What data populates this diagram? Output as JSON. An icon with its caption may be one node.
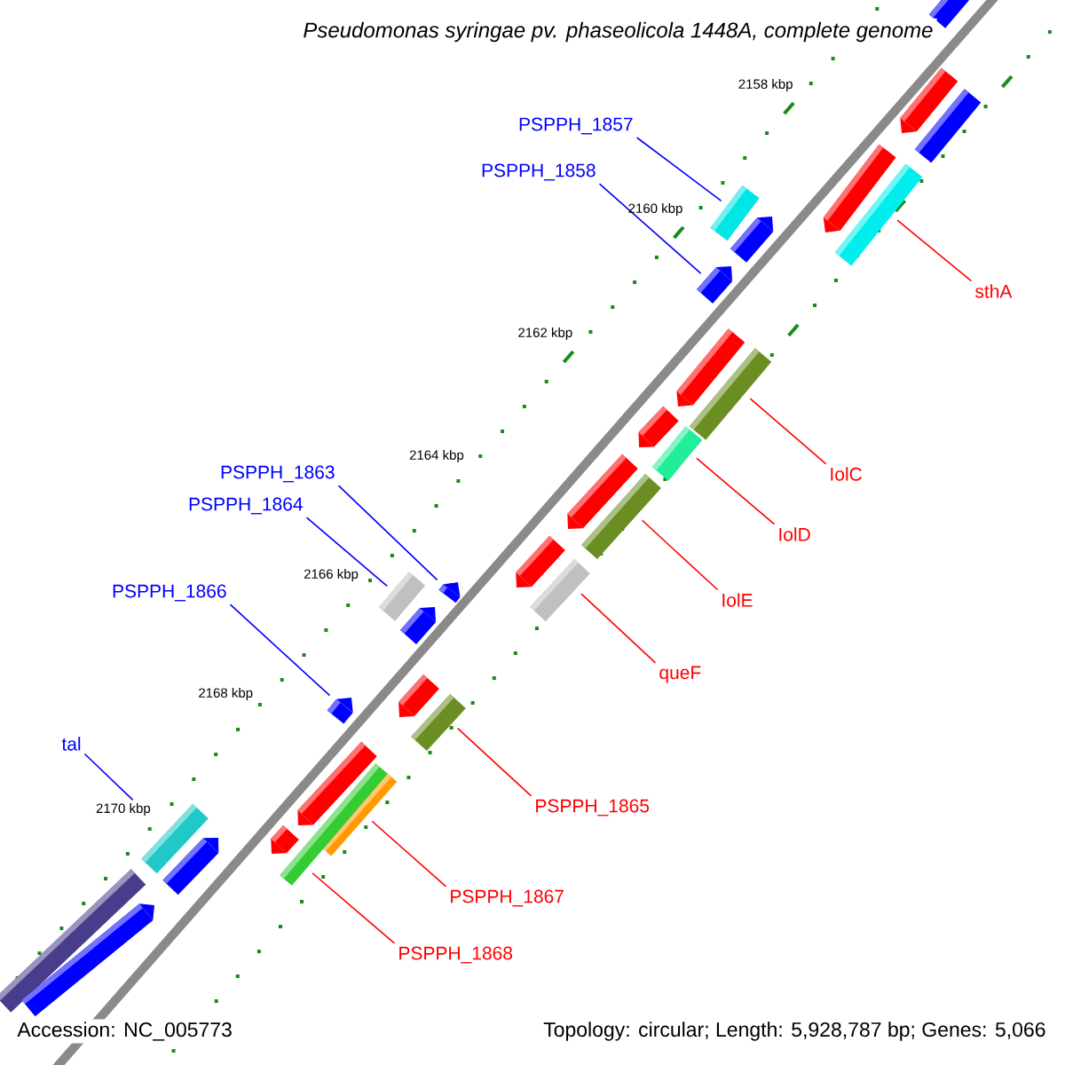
{
  "diagram": {
    "title": "Pseudomonas syringae pv. phaseolicola 1448A, complete genome",
    "nodes": [
      {
        "text": [
          "PSPPH_1857"
        ]
      },
      {
        "text": [],
        "shape": "bar"
      },
      {
        "text": [
          "PSPPH_1858"
        ]
      },
      {
        "text": [],
        "shape": "bar"
      },
      {
        "text": [
          "sthA"
        ]
      },
      {
        "text": [],
        "shape": "bar"
      },
      {
        "text": [
          "IolC"
        ]
      },
      {
        "text": [],
        "shape": "bar"
      },
      {
        "text": [
          "IolD"
        ]
      },
      {
        "text": [],
        "shape": "bar"
      },
      {
        "text": [
          "PSPPH_1863"
        ]
      },
      {
        "text": [],
        "shape": "bar"
      },
      {
        "text": [
          "PSPPH_1864"
        ]
      },
      {
        "text": [],
        "shape": "bar"
      },
      {
        "text": [
          "PSPPH_1866"
        ]
      },
      {
        "text": [],
        "shape": "bar"
      },
      {
        "text": [
          "IolE"
        ]
      },
      {
        "text": [],
        "shape": "bar"
      },
      {
        "text": [
          "queF"
        ]
      },
      {
        "text": [],
        "shape": "bar"
      },
      {
        "text": [
          "tal"
        ]
      },
      {
        "text": [],
        "shape": "bar"
      },
      {
        "text": [
          "PSPPH_1865"
        ]
      },
      {
        "text": [],
        "shape": "bar"
      },
      {
        "text": [
          "PSPPH_1867"
        ]
      },
      {
        "text": [],
        "shape": "bar"
      },
      {
        "text": [
          "PSPPH_1868"
        ]
      },
      {
        "text": [],
        "shape": "bar"
      },
      {
        "text": [],
        "shape": "bar"
      },
      {
        "text": [],
        "shape": "bar"
      },
      {
        "text": [],
        "shape": "bar"
      },
      {
        "text": [],
        "shape": "bar"
      },
      {
        "text": [],
        "shape": "bar"
      },
      {
        "text": [],
        "shape": "bar"
      },
      {
        "text": [],
        "shape": "bar"
      },
      {
        "text": [],
        "shape": "bar"
      },
      {
        "text": [],
        "shape": "bar"
      },
      {
        "text": [],
        "shape": "bar"
      },
      {
        "text": [],
        "shape": "bar"
      },
      {
        "text": [],
        "shape": "bar"
      },
      {
        "text": [],
        "shape": "bar"
      },
      {
        "text": [],
        "shape": "bar"
      },
      {
        "text": [],
        "shape": "bar"
      },
      {
        "text": [],
        "shape": "bar"
      }
    ],
    "edges": [
      {
        "from": 0,
        "to": 1,
        "arrow": "none",
        "color": "#0000ff"
      },
      {
        "from": 2,
        "to": 3,
        "arrow": "none",
        "color": "#0000ff"
      },
      {
        "from": 4,
        "to": 5,
        "arrow": "none"
      },
      {
        "from": 6,
        "to": 7,
        "arrow": "none"
      },
      {
        "from": 8,
        "to": 9,
        "arrow": "none"
      },
      {
        "from": 10,
        "to": 11,
        "arrow": "none",
        "color": "#0000ff"
      },
      {
        "from": 12,
        "to": 13,
        "arrow": "none",
        "color": "#0000ff"
      },
      {
        "from": 14,
        "to": 15,
        "arrow": "none",
        "color": "#0000ff"
      },
      {
        "from": 16,
        "to": 17,
        "arrow": "none"
      },
      {
        "from": 18,
        "to": 19,
        "arrow": "none"
      },
      {
        "from": 20,
        "to": 21,
        "arrow": "none",
        "color": "#0000ff"
      },
      {
        "from": 22,
        "to": 23,
        "arrow": "none"
      },
      {
        "from": 24,
        "to": 25,
        "arrow": "none"
      },
      {
        "from": 26,
        "to": 27,
        "arrow": "none"
      }
    ],
    "labels": [
      "2158 kbp",
      "2160 kbp",
      "2162 kbp",
      "2164 kbp",
      "2166 kbp",
      "2168 kbp",
      "2170 kbp",
      "Accession: NC_005773",
      "Topology: circular; Length: 5,928,787 bp; Genes: 5,066"
    ]
  }
}
